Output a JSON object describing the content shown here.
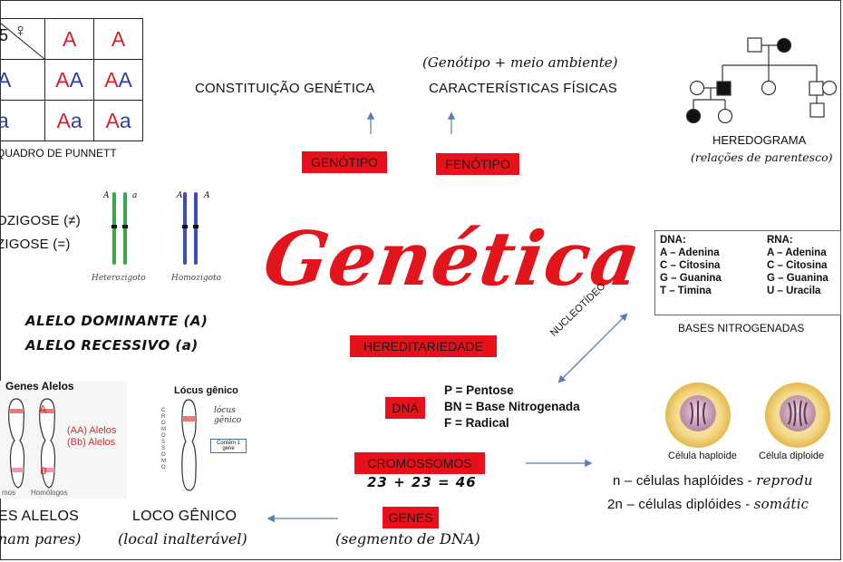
{
  "title": "Genética",
  "punnett": {
    "header_symbol": "♀",
    "header_corner": "5",
    "col_headers": [
      "A",
      "A"
    ],
    "rows": [
      {
        "label": "A",
        "cells": [
          {
            "a": "A",
            "b": "A"
          },
          {
            "a": "A",
            "b": "A"
          }
        ]
      },
      {
        "label": "a",
        "cells": [
          {
            "a": "A",
            "b": "a"
          },
          {
            "a": "A",
            "b": "a"
          }
        ]
      }
    ],
    "caption": "QUADRO DE PUNNETT"
  },
  "genotipo": {
    "label": "GENÓTIPO",
    "meaning": "CONSTITUIÇÃO GENÉTICA"
  },
  "fenotipo": {
    "label": "FENÓTIPO",
    "meaning": "CARACTERÍSTICAS FÍSICAS",
    "formula": "(Genótipo + meio ambiente)"
  },
  "heredograma": {
    "title": "HEREDOGRAMA",
    "subtitle": "(relações de parentesco)"
  },
  "zigose": {
    "line1": "OZIGOSE (≠)",
    "line2": "ZIGOSE (=)"
  },
  "chromosomes": {
    "hetero_label": "Heterozigoto",
    "homo_label": "Homozigoto",
    "allele_upper": "A",
    "allele_lower": "a"
  },
  "alelos": {
    "dominante": "ALELO DOMINANTE (A)",
    "recessivo": "ALELO RECESSIVO (a)"
  },
  "hereditariedade": "HEREDITARIEDADE",
  "dna": {
    "label": "DNA",
    "legend": [
      "P = Pentose",
      "BN = Base Nitrogenada",
      "F = Radical"
    ]
  },
  "nucleotideo": "NUCLEOTÍDEO",
  "bases": {
    "dna_title": "DNA:",
    "rna_title": "RNA:",
    "dna": [
      "A – Adenina",
      "C – Citosina",
      "G – Guanina",
      "T – Timina"
    ],
    "rna": [
      "A – Adenina",
      "C – Citosina",
      "G – Guanina",
      "U – Uracila"
    ],
    "caption": "BASES NITROGENADAS"
  },
  "cromossomos": {
    "label": "CROMOSSOMOS",
    "formula": "23 + 23 = 46"
  },
  "genes": {
    "label": "GENES",
    "subtitle": "(segmento de DNA)"
  },
  "genes_alelos_fig": {
    "title": "Genes Alelos",
    "legend1": "(AA) Alelos",
    "legend2": "(Bb) Alelos",
    "letter_a": "A",
    "letter_b": "b",
    "bottom_left": "mos",
    "bottom_right": "Homólogos"
  },
  "genes_alelos": {
    "title": "ES ALELOS",
    "subtitle": "nam pares)"
  },
  "locus_fig": {
    "title": "Lócus gênico",
    "vertical": "CROMOSSOMO",
    "handwritten": "lócus gênico",
    "box": "Contém 1 gene"
  },
  "locus": {
    "title": "LOCO GÊNICO",
    "subtitle": "(local inalterável)"
  },
  "cells": {
    "haploid_label": "Célula haploide",
    "diploid_label": "Célula diploide",
    "line1_plain": "n – células haplóides - ",
    "line1_italic": "reprodu",
    "line2_plain": "2n – células diplóides - ",
    "line2_italic": "somátic"
  },
  "colors": {
    "red_box": "#e8101b",
    "title_red": "#e2141c",
    "arrow_blue": "#5a7fb4",
    "chrom_green": "#3aa84a",
    "chrom_blue": "#3b4fb0"
  }
}
